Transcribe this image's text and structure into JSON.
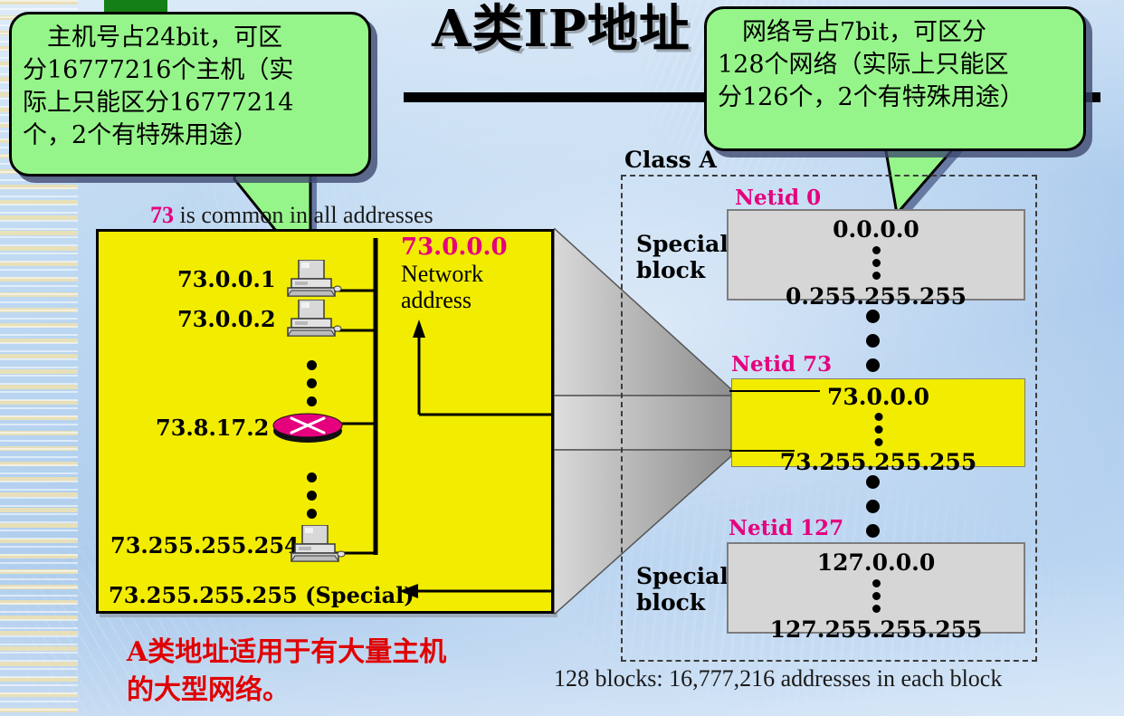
{
  "slide": {
    "title": "A类IP地址",
    "green_tab": "",
    "callout_left": {
      "lines": [
        "　主机号占24bit，可区",
        "分16777216个主机（实",
        "际上只能区分16777214",
        "个，2个有特殊用途）"
      ]
    },
    "callout_right": {
      "lines": [
        "　网络号占7bit，可区分",
        "128个网络（实际上只能区",
        "分126个，2个有特殊用途）"
      ]
    },
    "red_note": {
      "lines": [
        "A类地址适用于有大量主机",
        "的大型网络。"
      ]
    },
    "footnote": "128 blocks: 16,777,216 addresses in each block"
  },
  "left_panel": {
    "common_prefix": "73",
    "common_text_rest": " is common in all addresses",
    "hosts": [
      {
        "ip": "73.0.0.1",
        "icon": "computer-icon"
      },
      {
        "ip": "73.0.0.2",
        "icon": "computer-icon"
      },
      {
        "ip": "73.8.17.2",
        "icon": "router-icon"
      },
      {
        "ip": "73.255.255.254",
        "icon": "computer-icon"
      },
      {
        "ip": "73.255.255.255 (Special)",
        "icon": "none"
      }
    ],
    "network_address": "73.0.0.0",
    "network_address_caption_line1": "Network",
    "network_address_caption_line2": "address"
  },
  "right_panel": {
    "class_label": "Class A",
    "blocks": [
      {
        "netid": "Netid 0",
        "side_label_line1": "Special",
        "side_label_line2": "block",
        "first": "0.0.0.0",
        "last": "0.255.255.255",
        "fill": "gray"
      },
      {
        "netid": "Netid 73",
        "side_label_line1": "",
        "side_label_line2": "",
        "first": "73.0.0.0",
        "last": "73.255.255.255",
        "fill": "yellow"
      },
      {
        "netid": "Netid 127",
        "side_label_line1": "Special",
        "side_label_line2": "block",
        "first": "127.0.0.0",
        "last": "127.255.255.255",
        "fill": "gray"
      }
    ]
  },
  "colors": {
    "bubble_fill": "#96f58a",
    "yellow": "#f2ec00",
    "gray_block": "#d6d6d6",
    "magenta": "#e5007e",
    "red": "#e00000",
    "green_tab": "#157f17"
  }
}
